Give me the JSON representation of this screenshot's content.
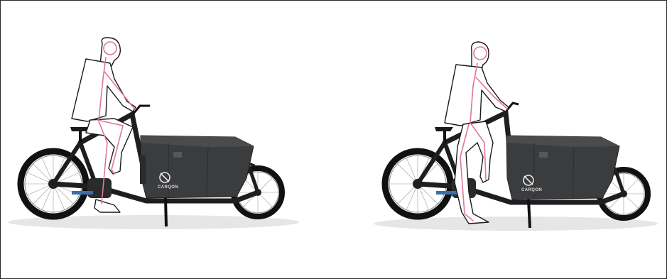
{
  "scenes": [
    {
      "id": "seated",
      "pose": "seated-pedaling",
      "brand_mark": "CARQON"
    },
    {
      "id": "standing",
      "pose": "standing-at-bike",
      "brand_mark": "CARQON"
    }
  ],
  "colors": {
    "background": "#ffffff",
    "frame_border": "#2a2a2a",
    "bike_body": "#3b3c3e",
    "bike_dark": "#1d1e20",
    "tire": "#111111",
    "rider_outline": "#1a1a1a",
    "rider_skeleton": "#e0788f"
  }
}
